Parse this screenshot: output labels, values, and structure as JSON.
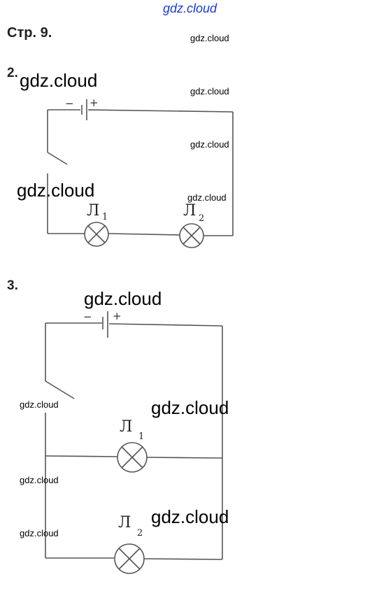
{
  "header": {
    "watermark": "gdz.cloud"
  },
  "page": {
    "title": "Стр. 9."
  },
  "tasks": [
    {
      "number": "2.",
      "circuit": {
        "type": "series",
        "battery_signs": [
          "−",
          "+"
        ],
        "lamps": [
          {
            "letter": "Л",
            "index": "1"
          },
          {
            "letter": "Л",
            "index": "2"
          }
        ]
      }
    },
    {
      "number": "3.",
      "circuit": {
        "type": "parallel",
        "battery_signs": [
          "−",
          "+"
        ],
        "lamps": [
          {
            "letter": "Л",
            "index": "1"
          },
          {
            "letter": "Л",
            "index": "2"
          }
        ]
      }
    }
  ],
  "watermarks": [
    "gdz.cloud"
  ],
  "colors": {
    "header_watermark": "#1a3bd6",
    "lines": "#555555",
    "text": "#222222"
  }
}
